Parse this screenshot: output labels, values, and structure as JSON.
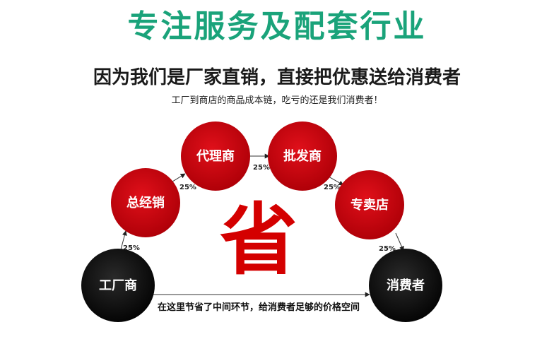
{
  "header": {
    "title": "专注服务及配套行业",
    "subtitle": "因为我们是厂家直销，直接把优惠送给消费者",
    "tagline": "工厂到商店的商品成本链，吃亏的还是我们消费者！"
  },
  "diagram": {
    "nodes": [
      {
        "id": "factory",
        "label": "工厂商"
      },
      {
        "id": "general",
        "label": "总经销"
      },
      {
        "id": "agent",
        "label": "代理商"
      },
      {
        "id": "wholesale",
        "label": "批发商"
      },
      {
        "id": "store",
        "label": "专卖店"
      },
      {
        "id": "consumer",
        "label": "消费者"
      }
    ],
    "markups": [
      "25%",
      "25%",
      "25%",
      "25%",
      "25%"
    ],
    "center_char": "省",
    "bottom_note": "在这里节省了中间环节，给消费者足够的价格空间"
  },
  "colors": {
    "title": "#1aa37a",
    "red_node": "#c8000a",
    "black_node": "#111111",
    "accent_red": "#d40000"
  }
}
